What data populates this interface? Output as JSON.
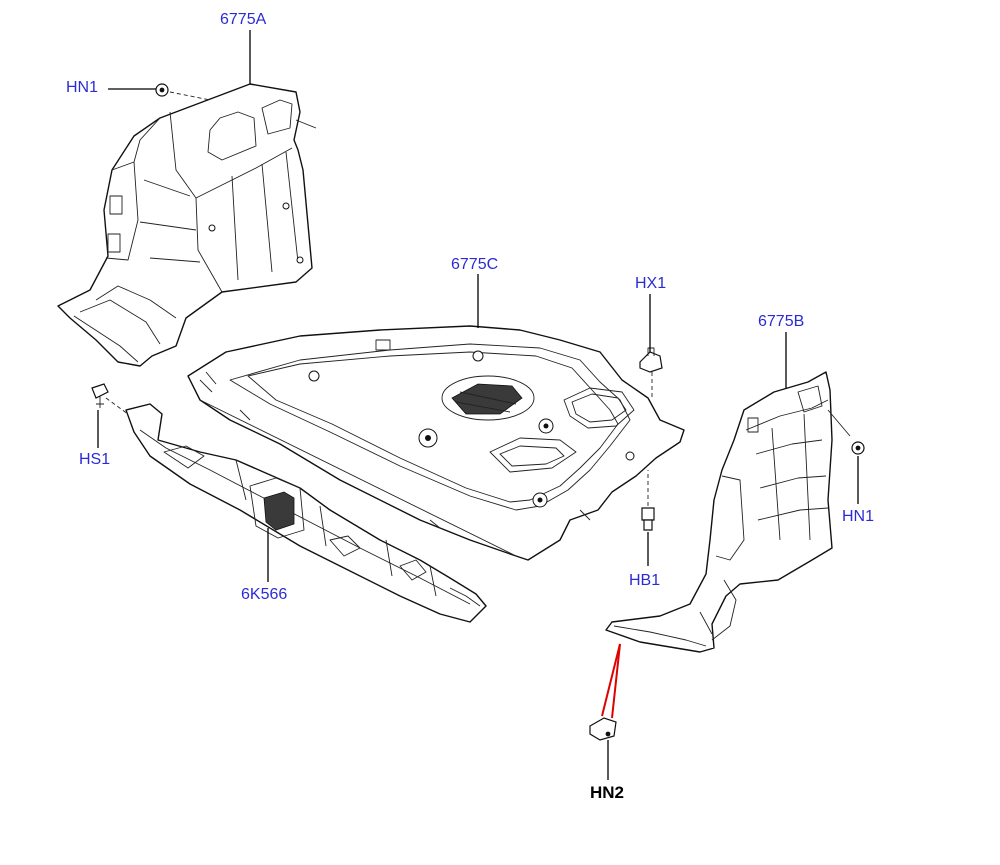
{
  "labels": {
    "part_6775A": "6775A",
    "part_6775B": "6775B",
    "part_6775C": "6775C",
    "part_6K566": "6K566",
    "fastener_HN1_left": "HN1",
    "fastener_HN1_right": "HN1",
    "fastener_HS1": "HS1",
    "fastener_HX1": "HX1",
    "fastener_HB1": "HB1",
    "fastener_HN2": "HN2"
  },
  "colors": {
    "label_text": "#2b2bd6",
    "highlight_label_text": "#000000",
    "highlight_leader": "#e00000"
  }
}
